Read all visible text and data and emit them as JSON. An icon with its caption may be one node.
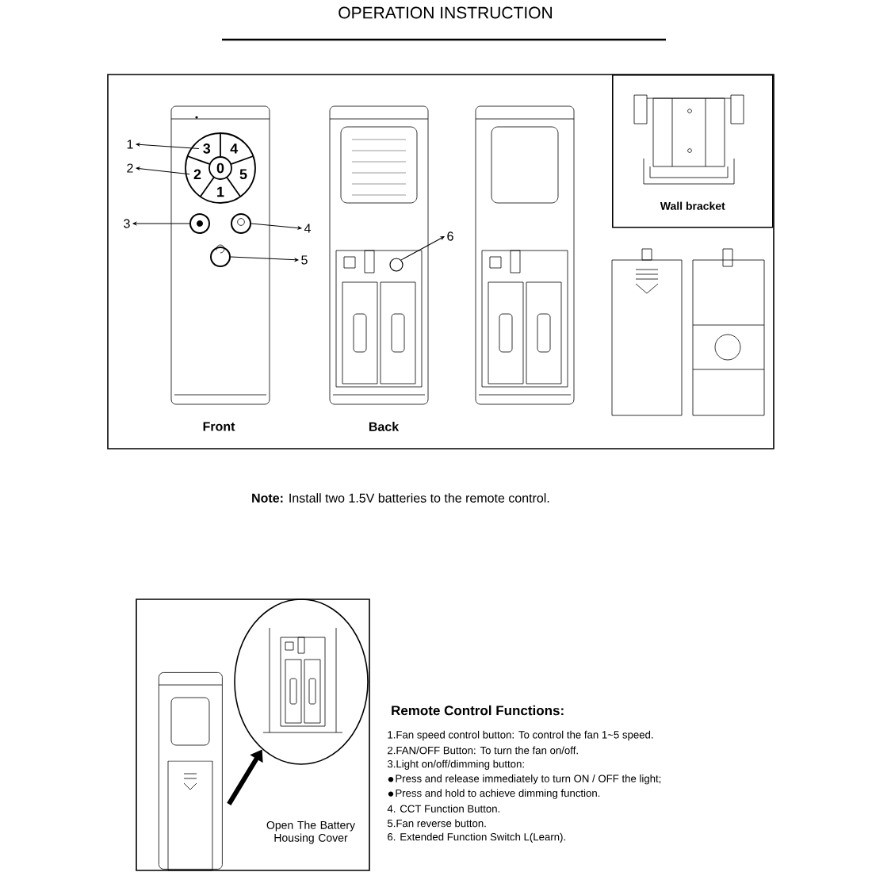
{
  "diagram": {
    "title": "OPERATION INSTRUCTION",
    "nodes": [
      {
        "text": [
          "1"
        ]
      },
      {
        "text": [
          "2"
        ]
      },
      {
        "text": [
          "3"
        ]
      },
      {
        "text": [
          "4"
        ]
      },
      {
        "text": [
          "5"
        ]
      },
      {
        "text": [
          "6"
        ]
      },
      {
        "text": [
          "3"
        ]
      },
      {
        "text": [
          "4"
        ]
      },
      {
        "text": [
          "0"
        ]
      },
      {
        "text": [
          "2"
        ]
      },
      {
        "text": [
          "5"
        ]
      },
      {
        "text": [
          "1"
        ]
      },
      {
        "text": [],
        "shape": "circle"
      },
      {
        "text": [],
        "shape": "circle"
      },
      {
        "text": [],
        "shape": "circle"
      },
      {
        "text": [],
        "shape": "circle"
      },
      {
        "text": [
          "Wall bracket"
        ]
      },
      {
        "text": [],
        "shape": "picture"
      },
      {
        "text": [],
        "shape": "circle"
      }
    ],
    "edges": [
      {
        "from": 6,
        "to": 0,
        "arrow": "to"
      },
      {
        "from": 9,
        "to": 1,
        "arrow": "to"
      },
      {
        "from": 12,
        "to": 2,
        "arrow": "to"
      },
      {
        "from": 13,
        "to": 3,
        "arrow": "to"
      },
      {
        "from": 14,
        "to": 4,
        "arrow": "to"
      },
      {
        "from": 15,
        "to": 5,
        "arrow": "to"
      },
      {
        "from": 17,
        "to": 18,
        "arrow": "to",
        "style": "thick"
      }
    ],
    "labels": [
      "Front",
      "Back",
      "**Note:** Install two 1.5V batteries to the remote control.",
      "Open The Battery Housing Cover",
      "Remote Control Functions:",
      "1.Fan speed control button: To control the fan 1~5 speed.",
      "2.FAN/OFF Button: To turn the fan on/off.",
      "3.Light on/off/dimming button:",
      "Press and release immediately to turn ON / OFF the light;",
      "Press and hold to achieve dimming function.",
      "4. CCT Function Button.",
      "5.Fan reverse button.",
      "6. Extended Function Switch L(Learn)."
    ]
  }
}
